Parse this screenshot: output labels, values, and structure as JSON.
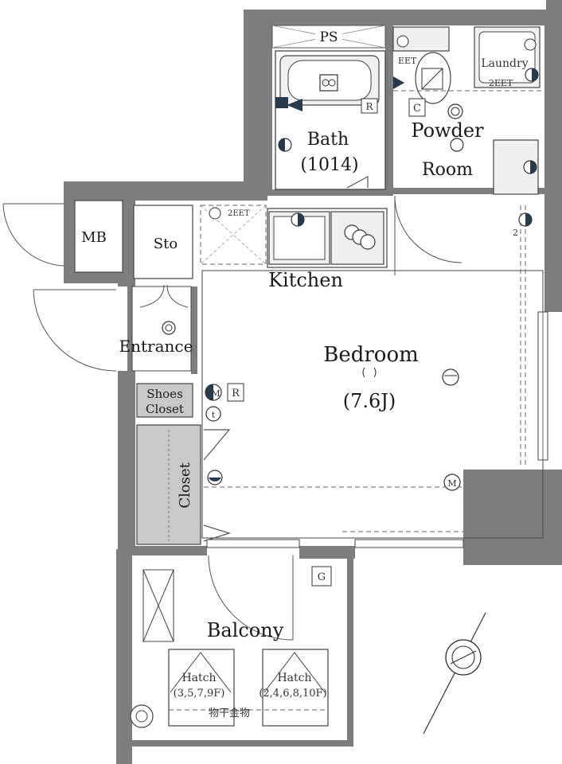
{
  "rooms": {
    "ps": "PS",
    "laundry": "Laundry",
    "bath": "Bath",
    "bath_size": "(1014)",
    "powder_line1": "Powder",
    "powder_line2": "Room",
    "mb": "MB",
    "sto": "Sto",
    "kitchen": "Kitchen",
    "entrance": "Entrance",
    "bedroom": "Bedroom",
    "bedroom_size": "(7.6J)",
    "shoes_closet_line1": "Shoes",
    "shoes_closet_line2": "Closet",
    "closet": "Closet",
    "balcony": "Balcony",
    "hatch_left_line1": "Hatch",
    "hatch_left_line2": "(3,5,7,9F)",
    "hatch_right_line1": "Hatch",
    "hatch_right_line2": "(2,4,6,8,10F)",
    "hanger_note": "物干金物"
  },
  "fixture_marks": {
    "eet_laundry_left": "EET",
    "eet_laundry_right": "2EET",
    "eet_kitchen": "2EET",
    "r_bath": "R",
    "c_powder": "C",
    "m_closet": "M",
    "r_closet": "R",
    "t_closet": "t",
    "m_bedroom": "M",
    "g_balcony": "G",
    "two_bedroom": "2"
  },
  "colors": {
    "wall": "#7d7d7d",
    "closet_fill": "#c9c9c9",
    "icon": "#2a3a4a"
  }
}
